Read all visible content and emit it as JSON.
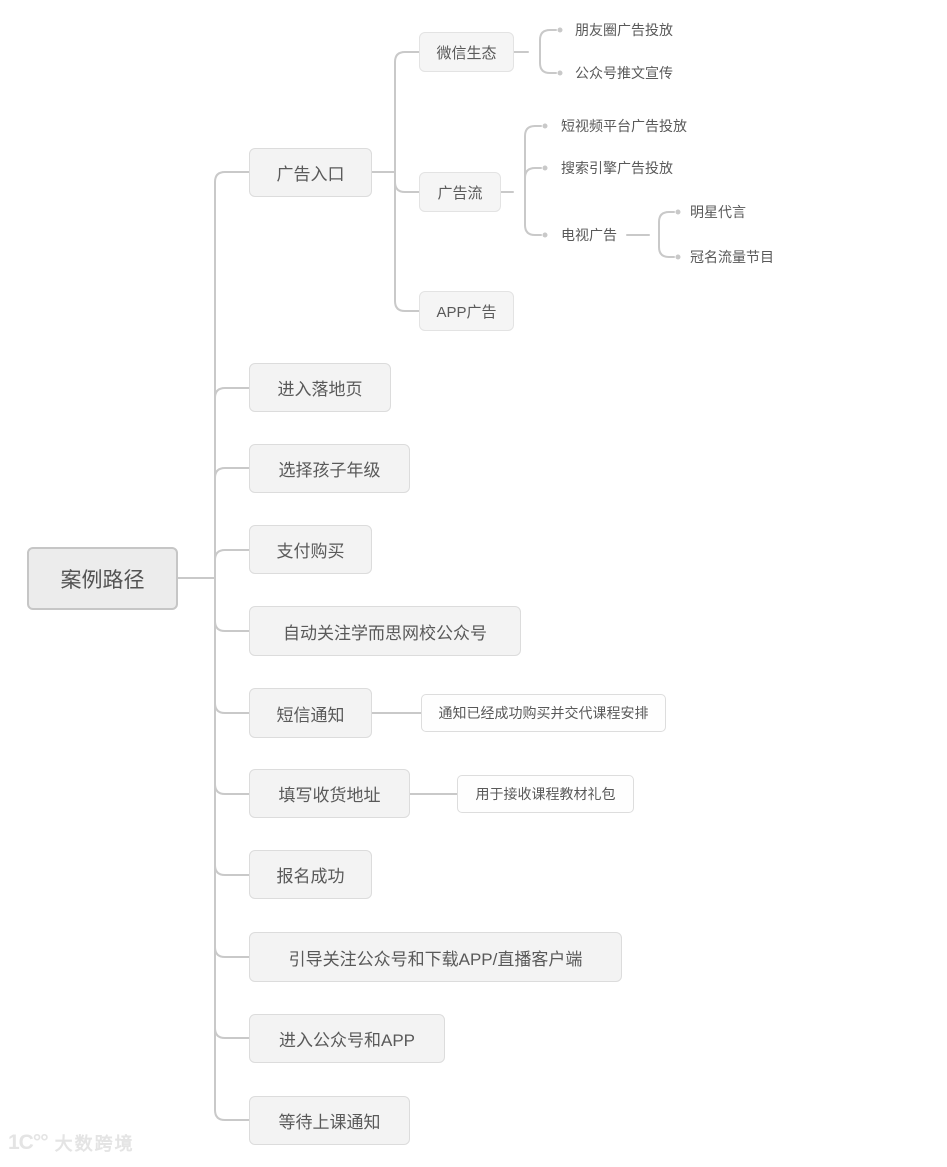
{
  "diagram": {
    "root": {
      "label": "案例路径"
    },
    "branches": [
      {
        "label": "广告入口",
        "children": [
          {
            "label": "微信生态",
            "children": [
              {
                "label": "朋友圈广告投放"
              },
              {
                "label": "公众号推文宣传"
              }
            ]
          },
          {
            "label": "广告流",
            "children": [
              {
                "label": "短视频平台广告投放"
              },
              {
                "label": "搜索引擎广告投放"
              },
              {
                "label": "电视广告",
                "children": [
                  {
                    "label": "明星代言"
                  },
                  {
                    "label": "冠名流量节目"
                  }
                ]
              }
            ]
          },
          {
            "label": "APP广告"
          }
        ]
      },
      {
        "label": "进入落地页"
      },
      {
        "label": "选择孩子年级"
      },
      {
        "label": "支付购买"
      },
      {
        "label": "自动关注学而思网校公众号"
      },
      {
        "label": "短信通知",
        "note": "通知已经成功购买并交代课程安排"
      },
      {
        "label": "填写收货地址",
        "note": "用于接收课程教材礼包"
      },
      {
        "label": "报名成功"
      },
      {
        "label": "引导关注公众号和下载APP/直播客户端"
      },
      {
        "label": "进入公众号和APP"
      },
      {
        "label": "等待上课通知"
      }
    ]
  },
  "watermark": {
    "logo": "1C°°",
    "text": "大数跨境"
  },
  "colors": {
    "line": "#c9c9c9",
    "node_fill": "#f3f3f3",
    "node_border": "#dcdcdc",
    "root_fill": "#ececec",
    "root_border": "#c6c6c6",
    "note_fill": "#fefefe",
    "text": "#595959",
    "watermark": "#e4e4e4"
  }
}
